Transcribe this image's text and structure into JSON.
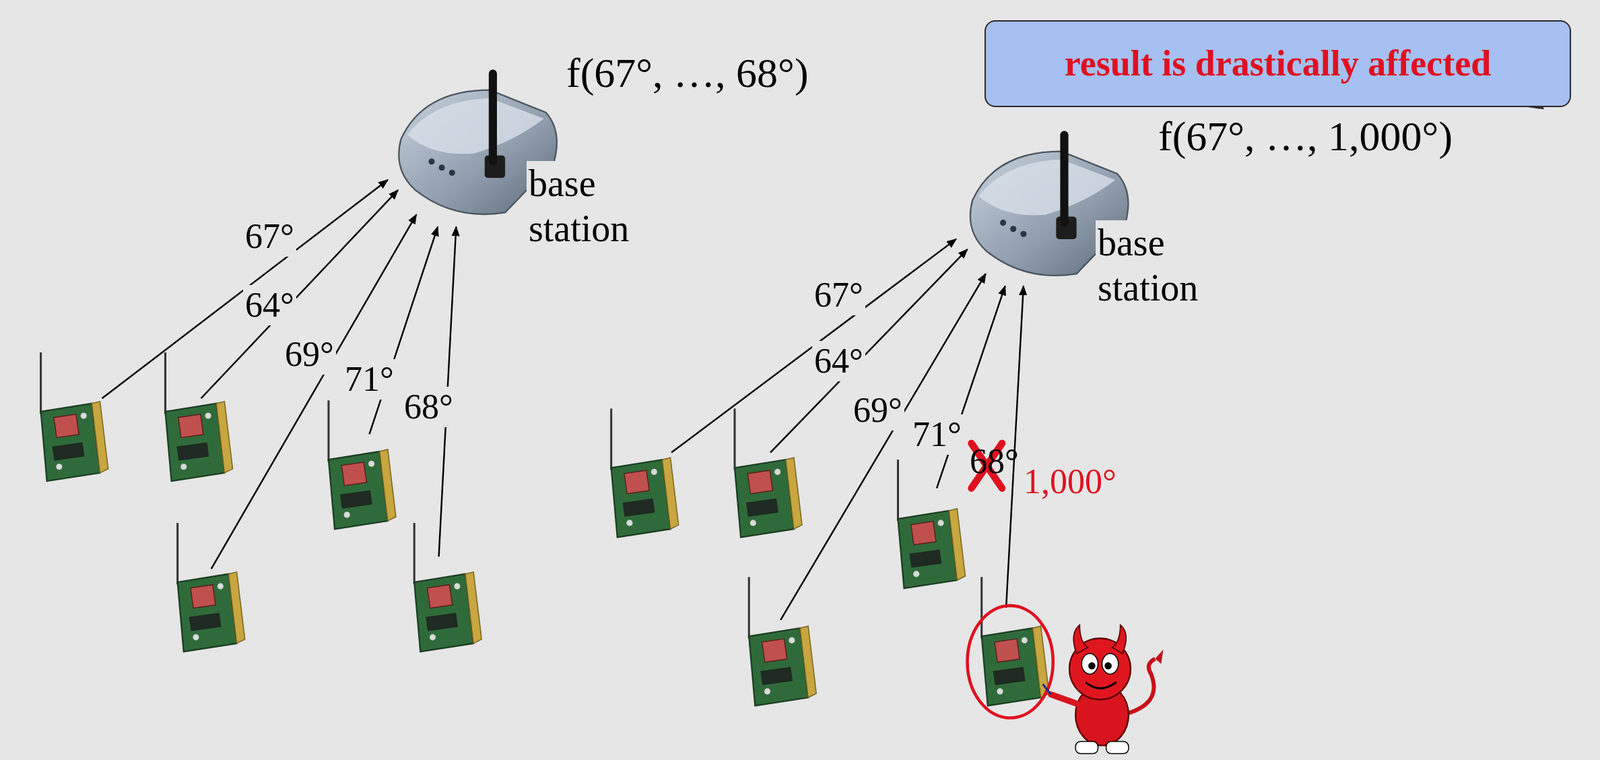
{
  "diagram": {
    "nodes": [
      {
        "text": [
          "base station"
        ]
      },
      {
        "text": [
          "base station"
        ]
      },
      {
        "text": [
          "result is drastically affected"
        ]
      }
    ],
    "labels": [
      "f(67°, …, 68°)",
      "67°",
      "64°",
      "69°",
      "71°",
      "68°",
      "f(67°, …, 1,000°)",
      "67°",
      "64°",
      "69°",
      "71°",
      "68°",
      "1,000°"
    ]
  }
}
